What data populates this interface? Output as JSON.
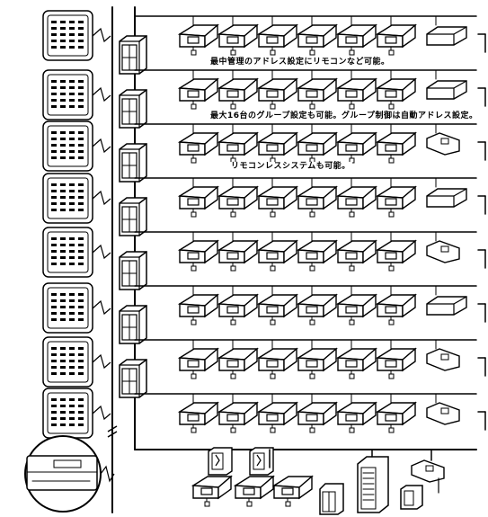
{
  "annotations": [
    "最中管理のアドレス設定にリモコンなど可能。",
    "最大16台のグループ設定も可能。グループ制御は自動アドレス設定。",
    "リモコンレスシステムも可能。"
  ],
  "colors": {
    "line": "#000000",
    "background": "#ffffff"
  },
  "icons": [
    "remote-controller-icon",
    "central-controller-icon",
    "outdoor-unit-icon",
    "cassette-indoor-unit-icon",
    "duct-indoor-unit-icon",
    "wall-indoor-unit-icon",
    "control-cabinet-icon"
  ]
}
